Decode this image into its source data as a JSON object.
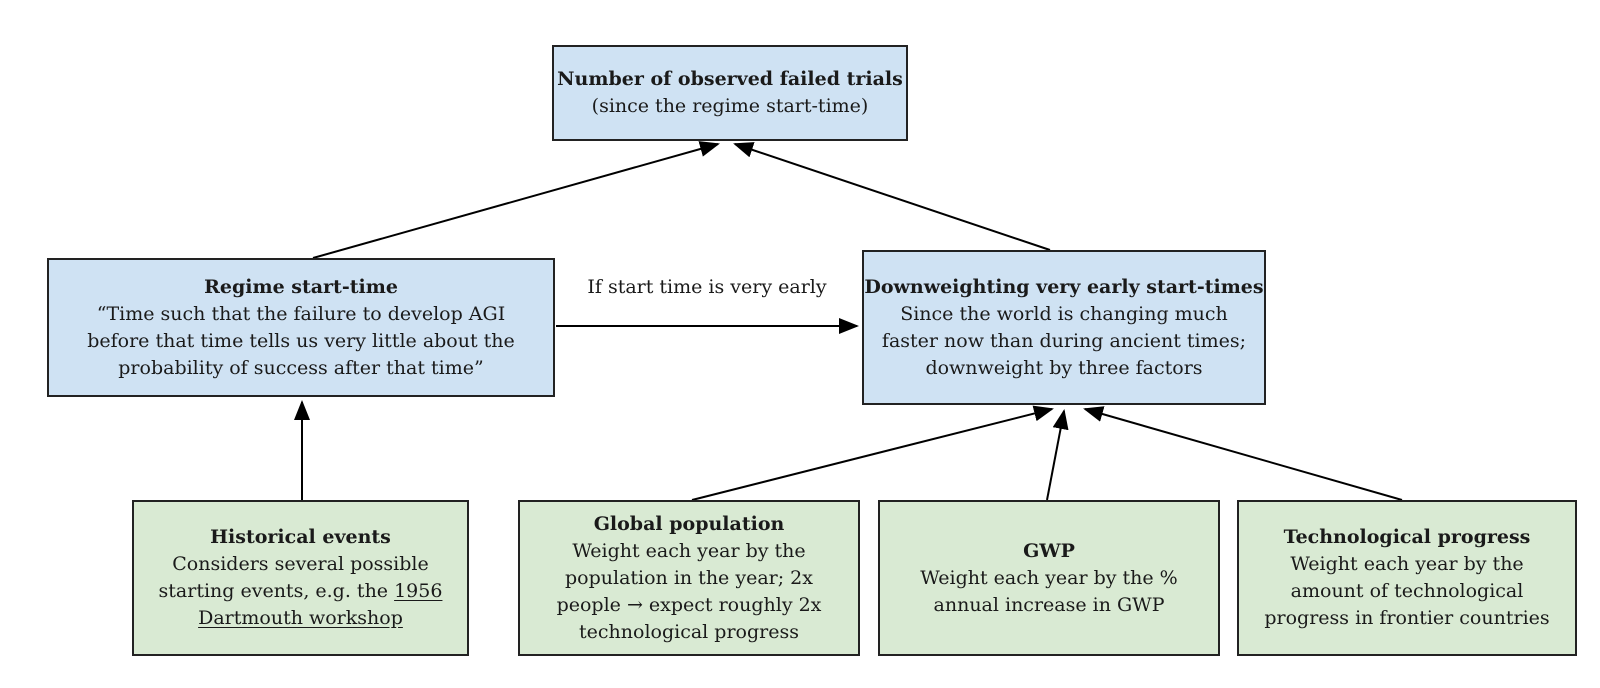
{
  "diagram": {
    "colors": {
      "blue_fill": "#cfe2f3",
      "green_fill": "#d9ead3",
      "border": "#222222",
      "arrow": "#000000",
      "background": "#ffffff"
    },
    "nodes": {
      "failed_trials": {
        "title": "Number of observed failed trials",
        "body": "(since the regime start-time)"
      },
      "regime_start": {
        "title": "Regime start-time",
        "body": "“Time such that the failure to develop AGI\nbefore that time tells us very little about the\nprobability of success after that time”"
      },
      "downweighting": {
        "title": "Downweighting very early start-times",
        "body": "Since the world is changing much\nfaster now than during ancient times;\ndownweight by three factors"
      },
      "historical_events": {
        "title": "Historical events",
        "body_prefix": "Considers several possible\nstarting events, e.g. the ",
        "body_link": "1956\nDartmouth workshop"
      },
      "global_population": {
        "title": "Global population",
        "body": "Weight each year by the\npopulation in the year; 2x\npeople → expect roughly  2x\ntechnological progress"
      },
      "gwp": {
        "title": "GWP",
        "body": "Weight each year by the %\nannual increase in GWP"
      },
      "technological_progress": {
        "title": "Technological progress",
        "body": "Weight each year by the\namount of technological\nprogress in frontier countries"
      }
    },
    "edge_label": "If start time is very early"
  }
}
